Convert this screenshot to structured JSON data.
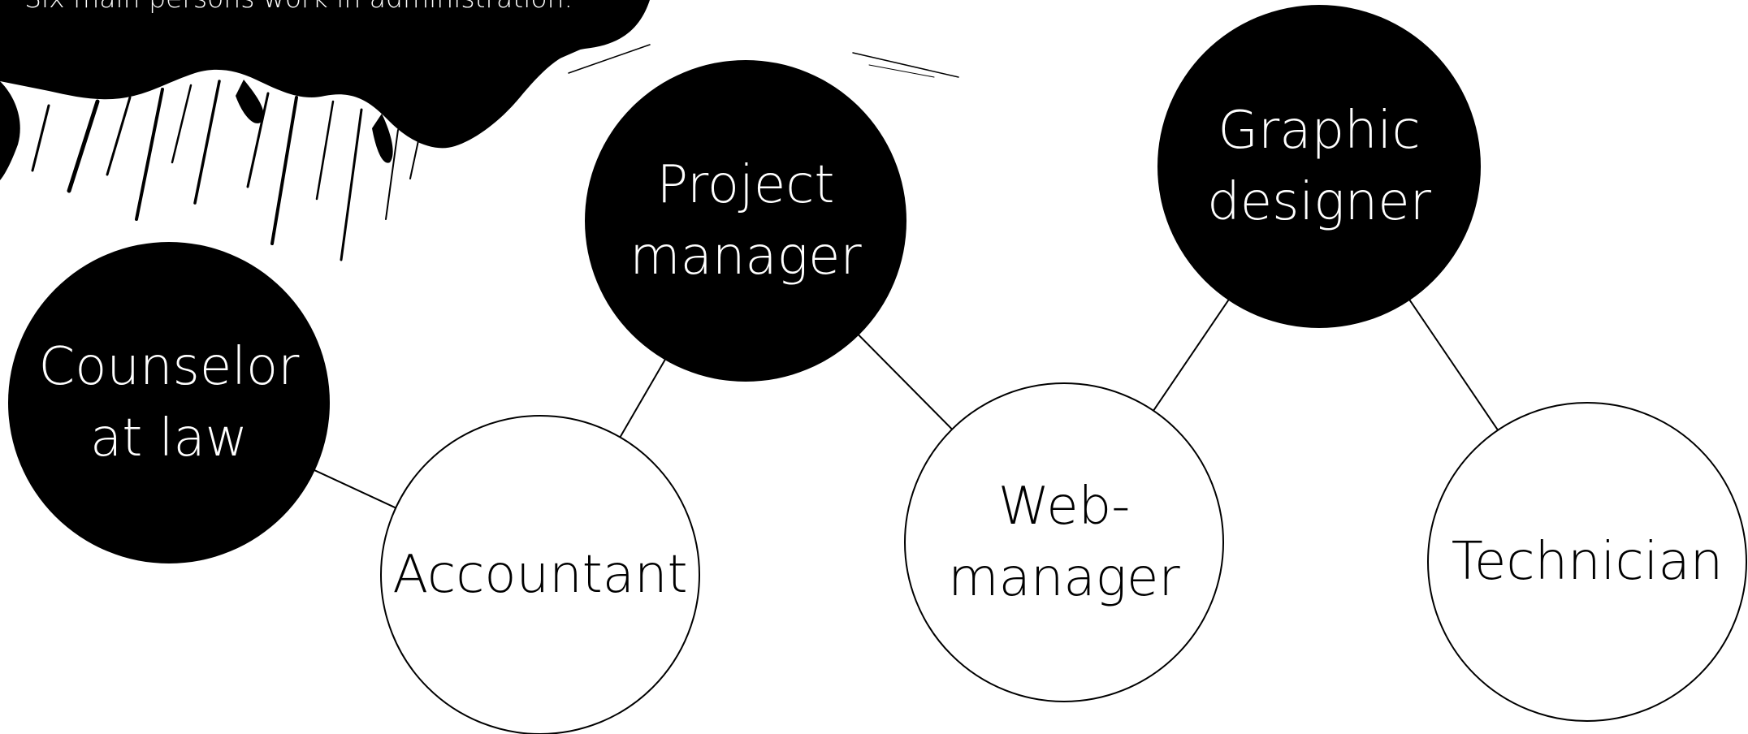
{
  "intro_text": "Six main persons work in administration.",
  "colors": {
    "filled_node": "#000000",
    "outline_node": "#ffffff",
    "connector": "#000000",
    "text_on_dark": "#ffffff",
    "text_on_light": "#000000"
  },
  "nodes": [
    {
      "id": "counselor",
      "label": "Counselor\nat law",
      "style": "filled"
    },
    {
      "id": "accountant",
      "label": "Accountant",
      "style": "outline"
    },
    {
      "id": "project-manager",
      "label": "Project\nmanager",
      "style": "filled"
    },
    {
      "id": "web-manager",
      "label": "Web-\nmanager",
      "style": "outline"
    },
    {
      "id": "graphic-designer",
      "label": "Graphic\ndesigner",
      "style": "filled"
    },
    {
      "id": "technician",
      "label": "Technician",
      "style": "outline"
    }
  ],
  "edges": [
    {
      "from": "counselor",
      "to": "accountant"
    },
    {
      "from": "accountant",
      "to": "project-manager"
    },
    {
      "from": "project-manager",
      "to": "web-manager"
    },
    {
      "from": "web-manager",
      "to": "graphic-designer"
    },
    {
      "from": "graphic-designer",
      "to": "technician"
    }
  ]
}
